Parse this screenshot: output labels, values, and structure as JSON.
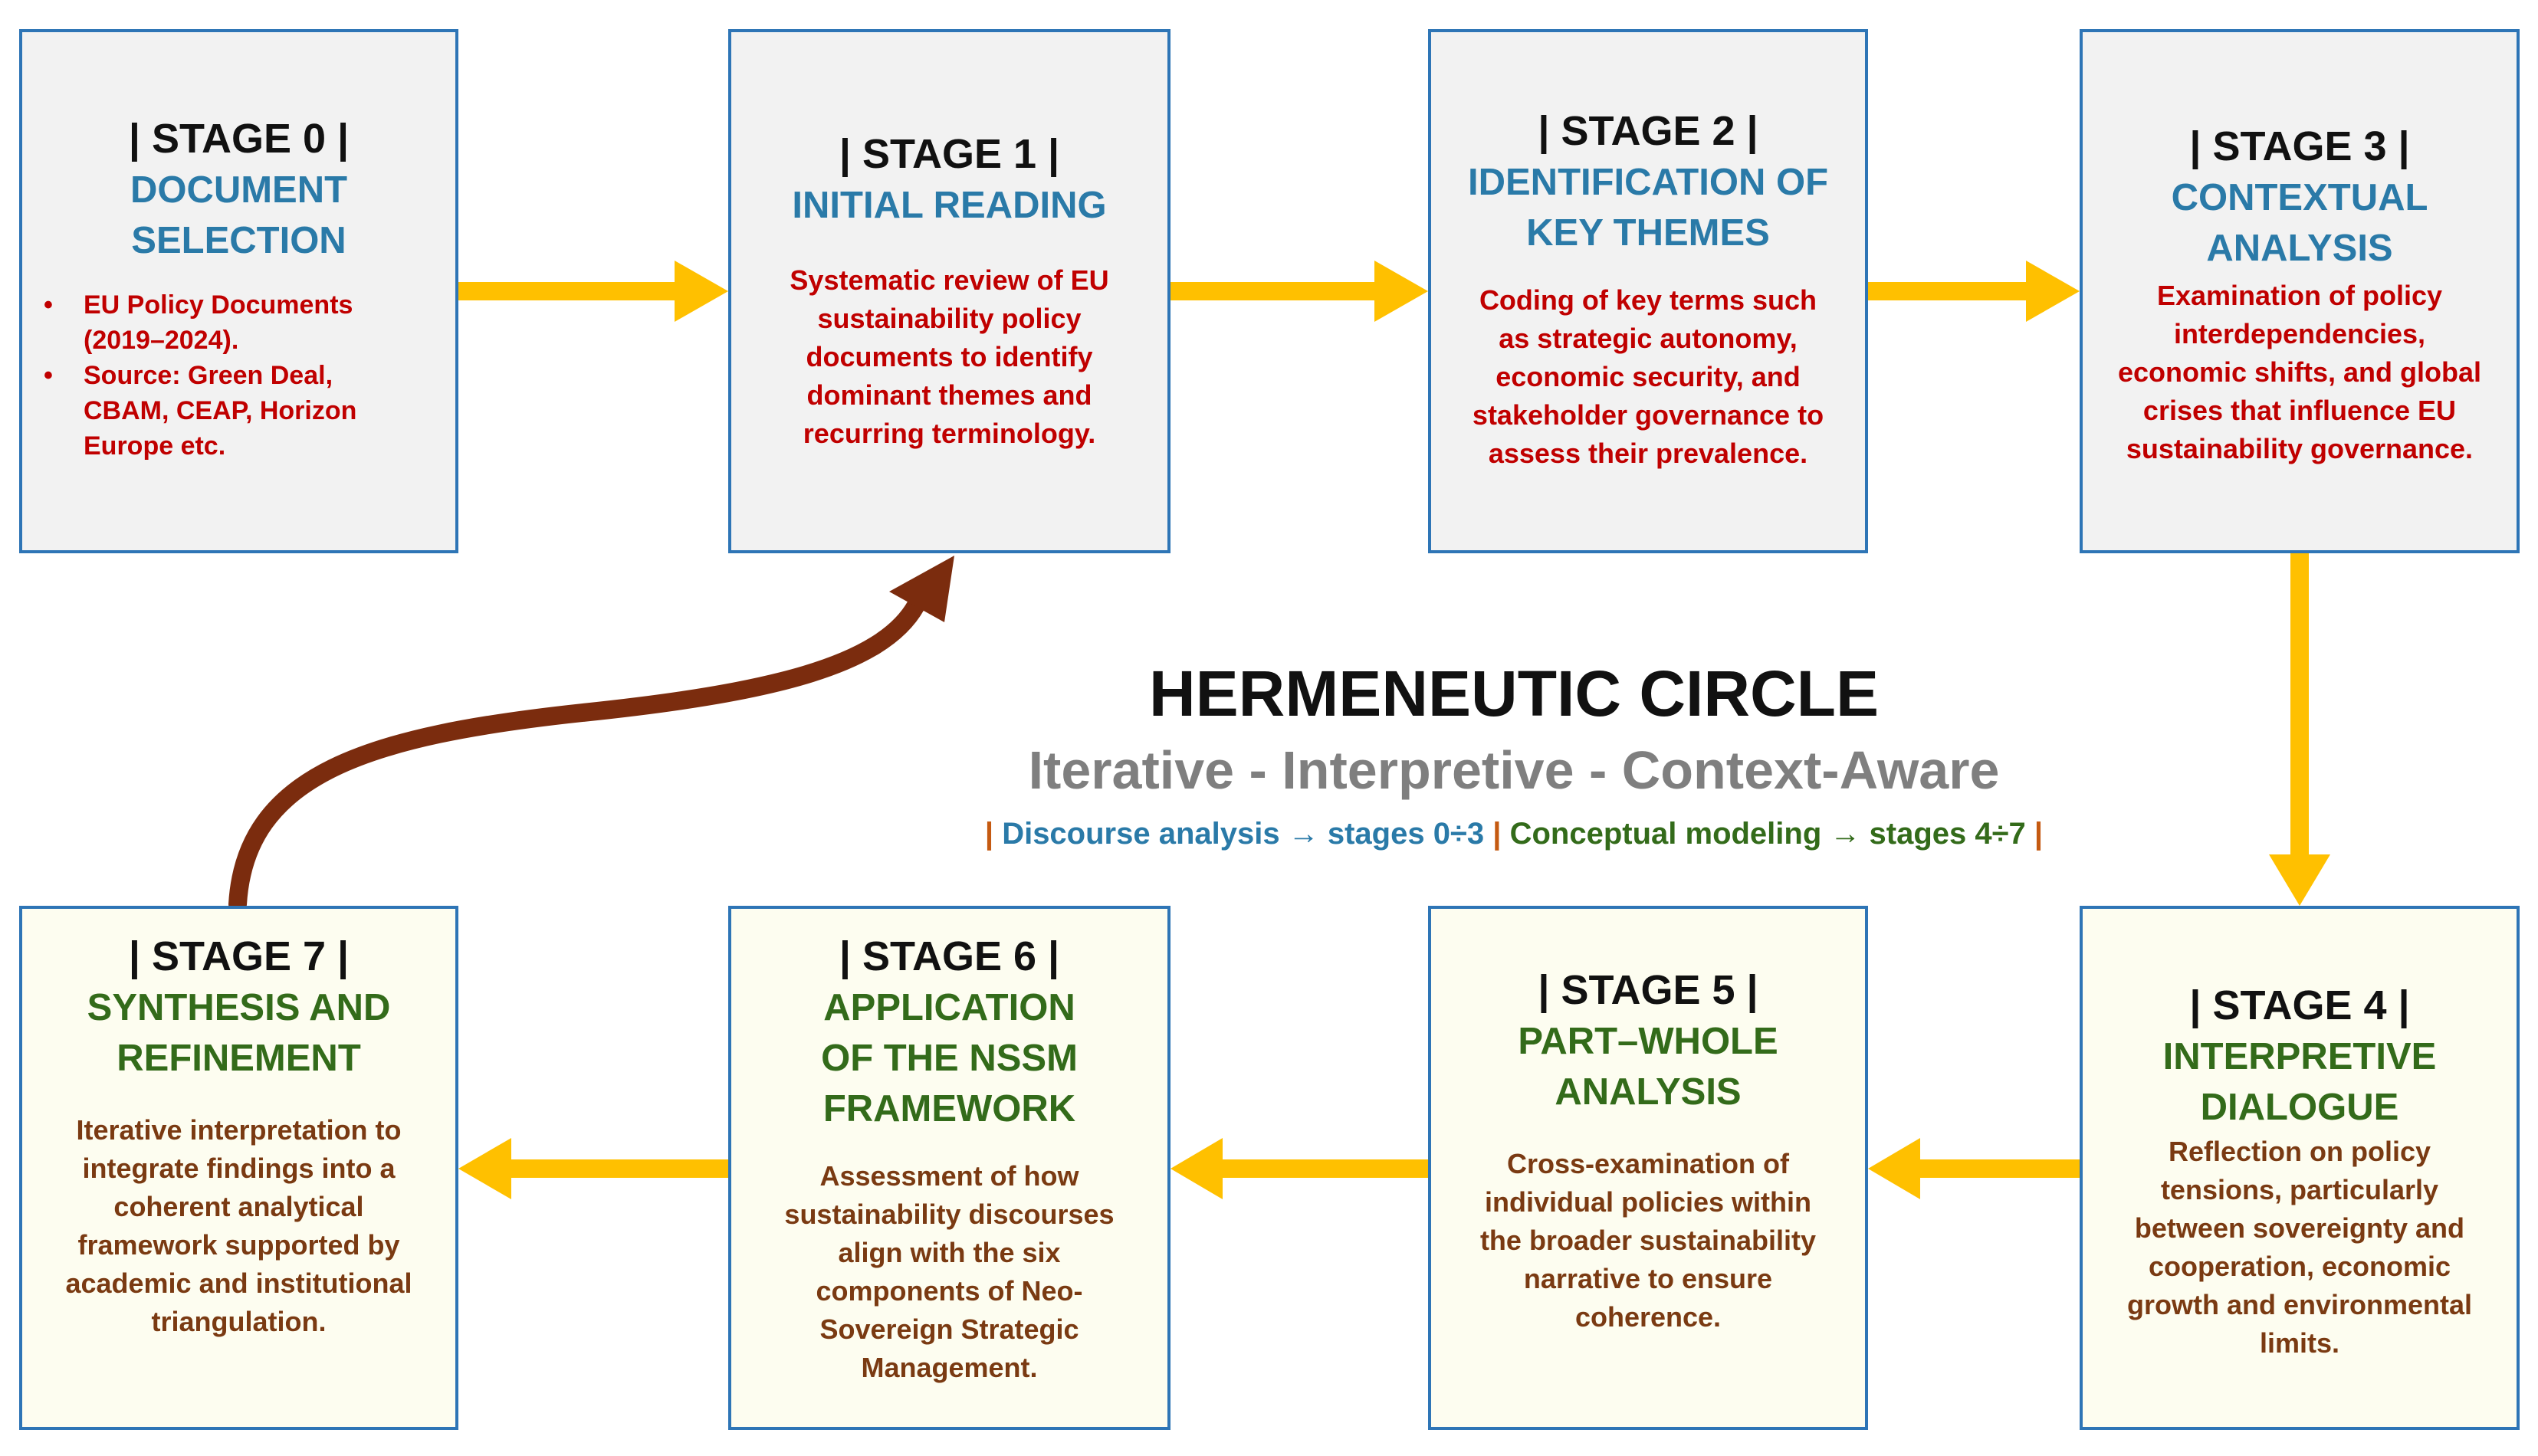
{
  "diagram": {
    "title": "HERMENEUTIC CIRCLE",
    "subtitle": "Iterative - Interpretive - Context-Aware",
    "legend": {
      "separator": "|",
      "discourse": "Discourse analysis → stages 0÷3",
      "conceptual": "Conceptual modeling → stages 4÷7"
    },
    "colors": {
      "box_border": "#2e75b6",
      "top_box_fill": "#f2f2f2",
      "bottom_box_fill": "#fdfdf0",
      "flow_arrow": "#ffc000",
      "loop_arrow": "#7b2c0e",
      "title_blue": "#2a7aa8",
      "title_green": "#336b1a",
      "desc_red": "#c00000",
      "desc_brown": "#7a3a12"
    },
    "stages": [
      {
        "label": "| STAGE 0 |",
        "title": "DOCUMENT\nSELECTION",
        "bullets": [
          "EU Policy Documents\n(2019–2024).",
          "Source: Green Deal,\nCBAM, CEAP, Horizon\nEurope etc."
        ]
      },
      {
        "label": "| STAGE 1 |",
        "title": "INITIAL READING",
        "description": "Systematic review of EU\nsustainability policy\ndocuments to identify\ndominant themes and\nrecurring terminology."
      },
      {
        "label": "| STAGE 2 |",
        "title": "IDENTIFICATION OF\nKEY THEMES",
        "description": "Coding of key terms such\nas strategic autonomy,\neconomic security, and\nstakeholder governance to\nassess their prevalence."
      },
      {
        "label": "| STAGE 3 |",
        "title": "CONTEXTUAL\nANALYSIS",
        "description": "Examination of policy\ninterdependencies,\neconomic shifts, and global\ncrises that influence EU\nsustainability governance."
      },
      {
        "label": "| STAGE 4 |",
        "title": "INTERPRETIVE\nDIALOGUE",
        "description": "Reflection on policy\ntensions, particularly\nbetween sovereignty and\ncooperation, economic\ngrowth and environmental\nlimits."
      },
      {
        "label": "| STAGE 5 |",
        "title": "PART–WHOLE\nANALYSIS",
        "description": "Cross-examination of\nindividual policies within\nthe broader sustainability\nnarrative to ensure\ncoherence."
      },
      {
        "label": "| STAGE 6 |",
        "title": "APPLICATION\nOF THE NSSM\nFRAMEWORK",
        "description": "Assessment of how\nsustainability discourses\nalign with the six\ncomponents of Neo-\nSovereign Strategic\nManagement."
      },
      {
        "label": "| STAGE 7 |",
        "title": "SYNTHESIS AND\nREFINEMENT",
        "description": "Iterative interpretation to\nintegrate findings into a\ncoherent analytical\nframework supported by\nacademic and institutional\ntriangulation."
      }
    ]
  }
}
